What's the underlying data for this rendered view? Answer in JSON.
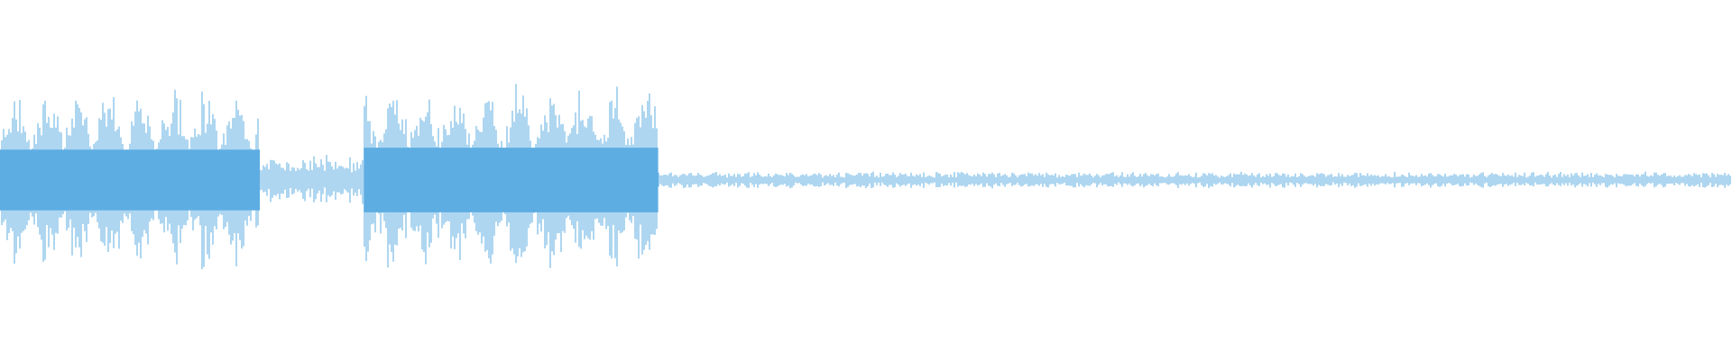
{
  "waveform": {
    "color": "#5dade2",
    "segments": [
      {
        "start_fraction": 0.0,
        "end_fraction": 0.15,
        "level": 0.62
      },
      {
        "start_fraction": 0.15,
        "end_fraction": 0.21,
        "level": 0.12
      },
      {
        "start_fraction": 0.21,
        "end_fraction": 0.38,
        "level": 0.66
      },
      {
        "start_fraction": 0.38,
        "end_fraction": 1.0,
        "level": 0.04
      }
    ]
  }
}
